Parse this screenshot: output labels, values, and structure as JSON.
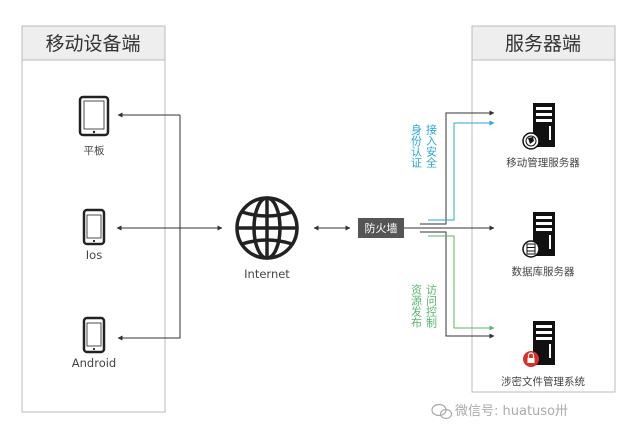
{
  "sections": {
    "left": {
      "title": "移动设备端"
    },
    "right": {
      "title": "服务器端"
    }
  },
  "devices": [
    {
      "label": "平板",
      "icon": "tablet-icon"
    },
    {
      "label": "Ios",
      "icon": "phone-icon"
    },
    {
      "label": "Android",
      "icon": "phone-icon"
    }
  ],
  "internet": {
    "label": "Internet",
    "icon": "globe-icon"
  },
  "firewall": {
    "label": "防火墙"
  },
  "servers": [
    {
      "label": "移动管理服务器",
      "icon": "server-icon",
      "badge": "globe-badge-icon"
    },
    {
      "label": "数据库服务器",
      "icon": "server-icon",
      "badge": "database-badge-icon"
    },
    {
      "label": "涉密文件管理系统",
      "icon": "server-icon",
      "badge": "lock-badge-icon"
    }
  ],
  "annotations": {
    "auth": {
      "columns": [
        "接入安全",
        "身份认证"
      ],
      "color": "#2aa7d6"
    },
    "access": {
      "columns": [
        "访问控制",
        "资源发布"
      ],
      "color": "#5bb56b"
    }
  },
  "watermark": "微信号: huatuso卅",
  "colors": {
    "line": "#333333",
    "box_border": "#bbbbbb",
    "header_fill": "#eeeeee",
    "firewall_fill": "#555555"
  }
}
